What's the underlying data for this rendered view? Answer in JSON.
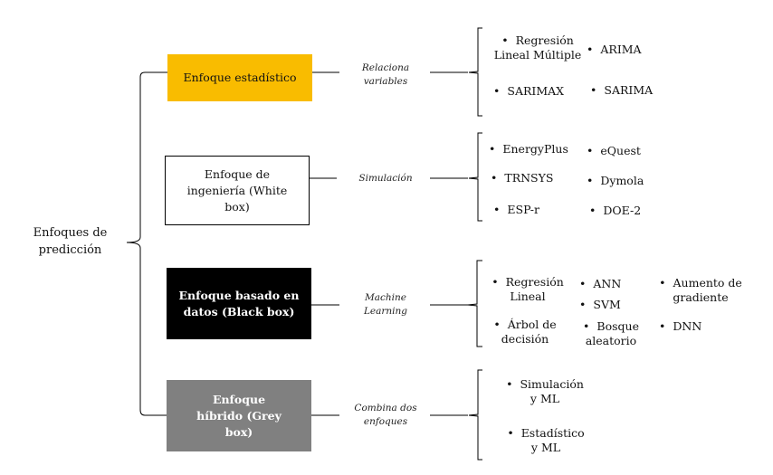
{
  "root": {
    "label": "Enfoques de predicción"
  },
  "branches": [
    {
      "box_label": "Enfoque estadístico",
      "connector": "Relaciona variables",
      "items": [
        "Regresión Lineal Múltiple",
        "ARIMA",
        "SARIMAX",
        "SARIMA"
      ]
    },
    {
      "box_label": "Enfoque de ingeniería (White box)",
      "connector": "Simulación",
      "items": [
        "EnergyPlus",
        "eQuest",
        "TRNSYS",
        "Dymola",
        "ESP-r",
        "DOE-2"
      ]
    },
    {
      "box_label": "Enfoque basado en datos (Black box)",
      "connector": "Machine Learning",
      "items": [
        "Regresión Lineal",
        "ANN",
        "SVM",
        "Aumento de gradiente",
        "Árbol de decisión",
        "Bosque aleatorio",
        "DNN"
      ]
    },
    {
      "box_label": "Enfoque híbrido (Grey box)",
      "connector": "Combina dos enfoques",
      "items": [
        "Simulación y ML",
        "Estadístico y ML"
      ]
    }
  ],
  "colors": {
    "statistical": "#f9bc00",
    "engineering": "#ffffff",
    "data": "#000000",
    "hybrid": "#808080",
    "lines": "#000000"
  }
}
